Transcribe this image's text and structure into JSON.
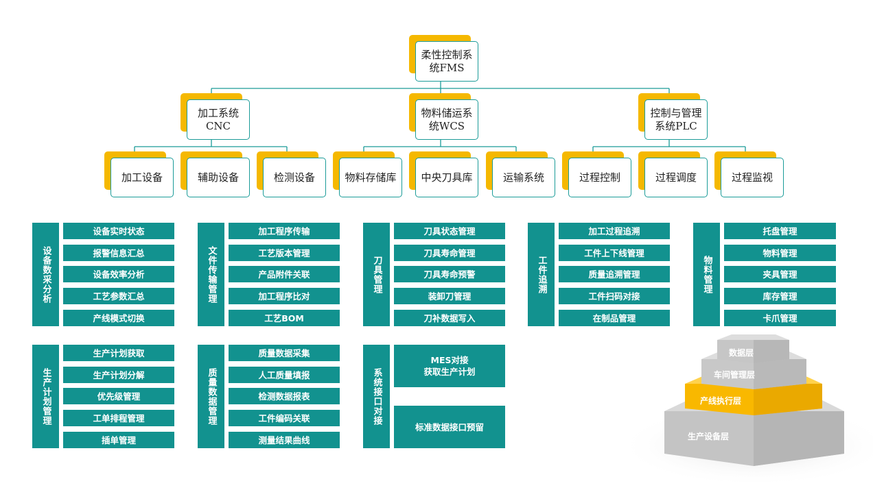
{
  "tree": {
    "root": {
      "label": "柔性控制系统FMS"
    },
    "level2": [
      {
        "label": "加工系统CNC"
      },
      {
        "label": "物料储运系统WCS"
      },
      {
        "label": "控制与管理系统PLC"
      }
    ],
    "level3": [
      {
        "label": "加工设备"
      },
      {
        "label": "辅助设备"
      },
      {
        "label": "检测设备"
      },
      {
        "label": "物料存储库"
      },
      {
        "label": "中央刀具库"
      },
      {
        "label": "运输系统"
      },
      {
        "label": "过程控制"
      },
      {
        "label": "过程调度"
      },
      {
        "label": "过程监视"
      }
    ]
  },
  "modules": [
    {
      "title": "设备数采分析",
      "items": [
        "设备实时状态",
        "报警信息汇总",
        "设备效率分析",
        "工艺参数汇总",
        "产线模式切换"
      ]
    },
    {
      "title": "文件传输管理",
      "items": [
        "加工程序传输",
        "工艺版本管理",
        "产品附件关联",
        "加工程序比对",
        "工艺BOM"
      ]
    },
    {
      "title": "刀具管理",
      "items": [
        "刀具状态管理",
        "刀具寿命管理",
        "刀具寿命预警",
        "装卸刀管理",
        "刀补数据写入"
      ]
    },
    {
      "title": "工件追溯",
      "items": [
        "加工过程追溯",
        "工件上下线管理",
        "质量追溯管理",
        "工件扫码对接",
        "在制品管理"
      ]
    },
    {
      "title": "物料管理",
      "items": [
        "托盘管理",
        "物料管理",
        "夹具管理",
        "库存管理",
        "卡爪管理"
      ]
    },
    {
      "title": "生产计划管理",
      "items": [
        "生产计划获取",
        "生产计划分解",
        "优先级管理",
        "工单排程管理",
        "插单管理"
      ]
    },
    {
      "title": "质量数据管理",
      "items": [
        "质量数据采集",
        "人工质量填报",
        "检测数据报表",
        "工件编码关联",
        "测量结果曲线"
      ]
    },
    {
      "title": "系统接口对接",
      "items": [
        "MES对接\n获取生产计划",
        "标准数据接口预留"
      ]
    }
  ],
  "pyramid": {
    "layers": [
      "数据层",
      "车间管理层",
      "产线执行层",
      "生产设备层"
    ],
    "highlight_index": 2
  },
  "colors": {
    "teal": "#12928f",
    "node_border": "#1a9b98",
    "node_shadow": "#f5b800",
    "highlight": "#f9b800",
    "pyramid_gray": "#c8c8c8"
  }
}
